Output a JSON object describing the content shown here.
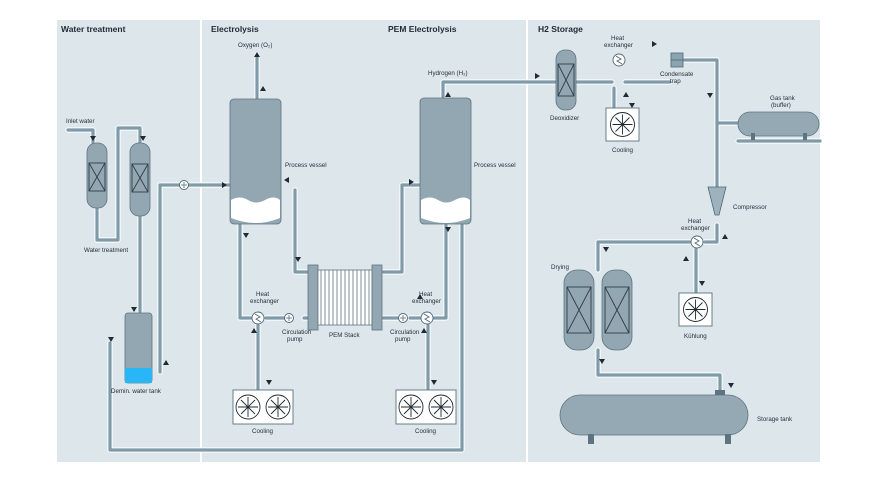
{
  "sections": {
    "water_treatment": "Water treatment",
    "electrolysis": "Electrolysis",
    "pem_electrolysis": "PEM Electrolysis",
    "h2_storage": "H2 Storage"
  },
  "labels": {
    "inlet_water": "Inlet water",
    "water_treatment": "Water treatment",
    "demin_tank": "Demin. water tank",
    "oxygen": "Oxygen (O₂)",
    "hydrogen": "Hydrogen (H₂)",
    "process_vessel_left": "Process vessel",
    "process_vessel_right": "Process vessel",
    "heat_exchanger": [
      "Heat",
      "exchanger"
    ],
    "circulation_pump": [
      "Circulation",
      "pump"
    ],
    "pem_stack": "PEM Stack",
    "cooling": "Cooling",
    "deoxidizer": "Deoxidizer",
    "hx_h2": [
      "Heat",
      "exchanger"
    ],
    "condensate_trap": [
      "Condensate",
      "trap"
    ],
    "gas_tank": [
      "Gas tank",
      "(buffer)"
    ],
    "compressor": "Compressor",
    "kuhlung": "Kühlung",
    "drying": "Drying",
    "storage_tank": "Storage tank"
  },
  "colors": {
    "background": "#dde6eb",
    "pipe": "#7f9aa8",
    "vessel": "#92a7b2",
    "water": "#29b6f6",
    "text": "#1f2a33"
  },
  "icons": [
    "fan-icon",
    "heat-exchanger-icon",
    "pump-icon",
    "flow-arrow-icon"
  ]
}
